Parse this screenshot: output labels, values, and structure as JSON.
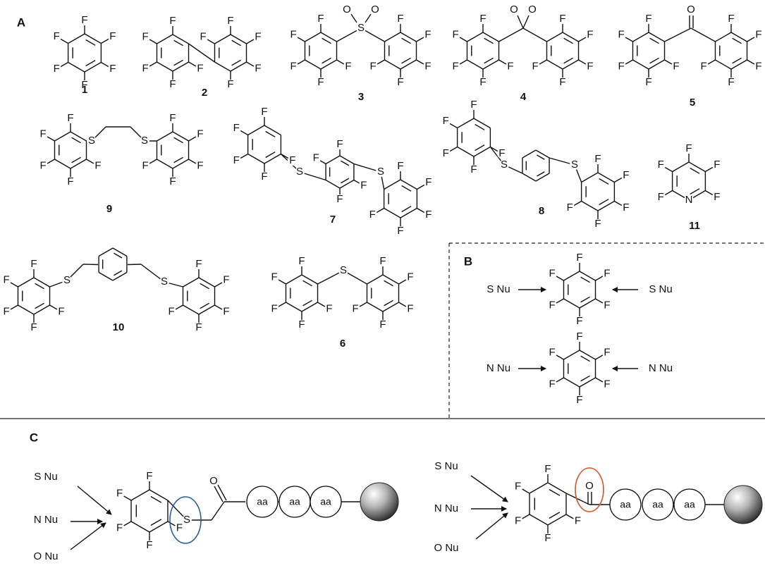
{
  "figure": {
    "panels": {
      "a": "A",
      "b": "B",
      "c": "C"
    },
    "compound_labels": {
      "c1": "1",
      "c2": "2",
      "c3": "3",
      "c4": "4",
      "c5": "5",
      "c6": "6",
      "c7": "7",
      "c8": "8",
      "c9": "9",
      "c10": "10",
      "c11": "11"
    },
    "atoms": {
      "fluorine": "F",
      "sulfur": "S",
      "oxygen": "O",
      "nitrogen": "N"
    },
    "nucleophiles": {
      "sulfur": "S Nu",
      "nitrogen": "N Nu",
      "oxygen": "O Nu"
    },
    "residue": "aa",
    "highlight_colors": {
      "thioether_circle": "#2c5aa0",
      "carbonyl_circle": "#d9542b"
    }
  }
}
